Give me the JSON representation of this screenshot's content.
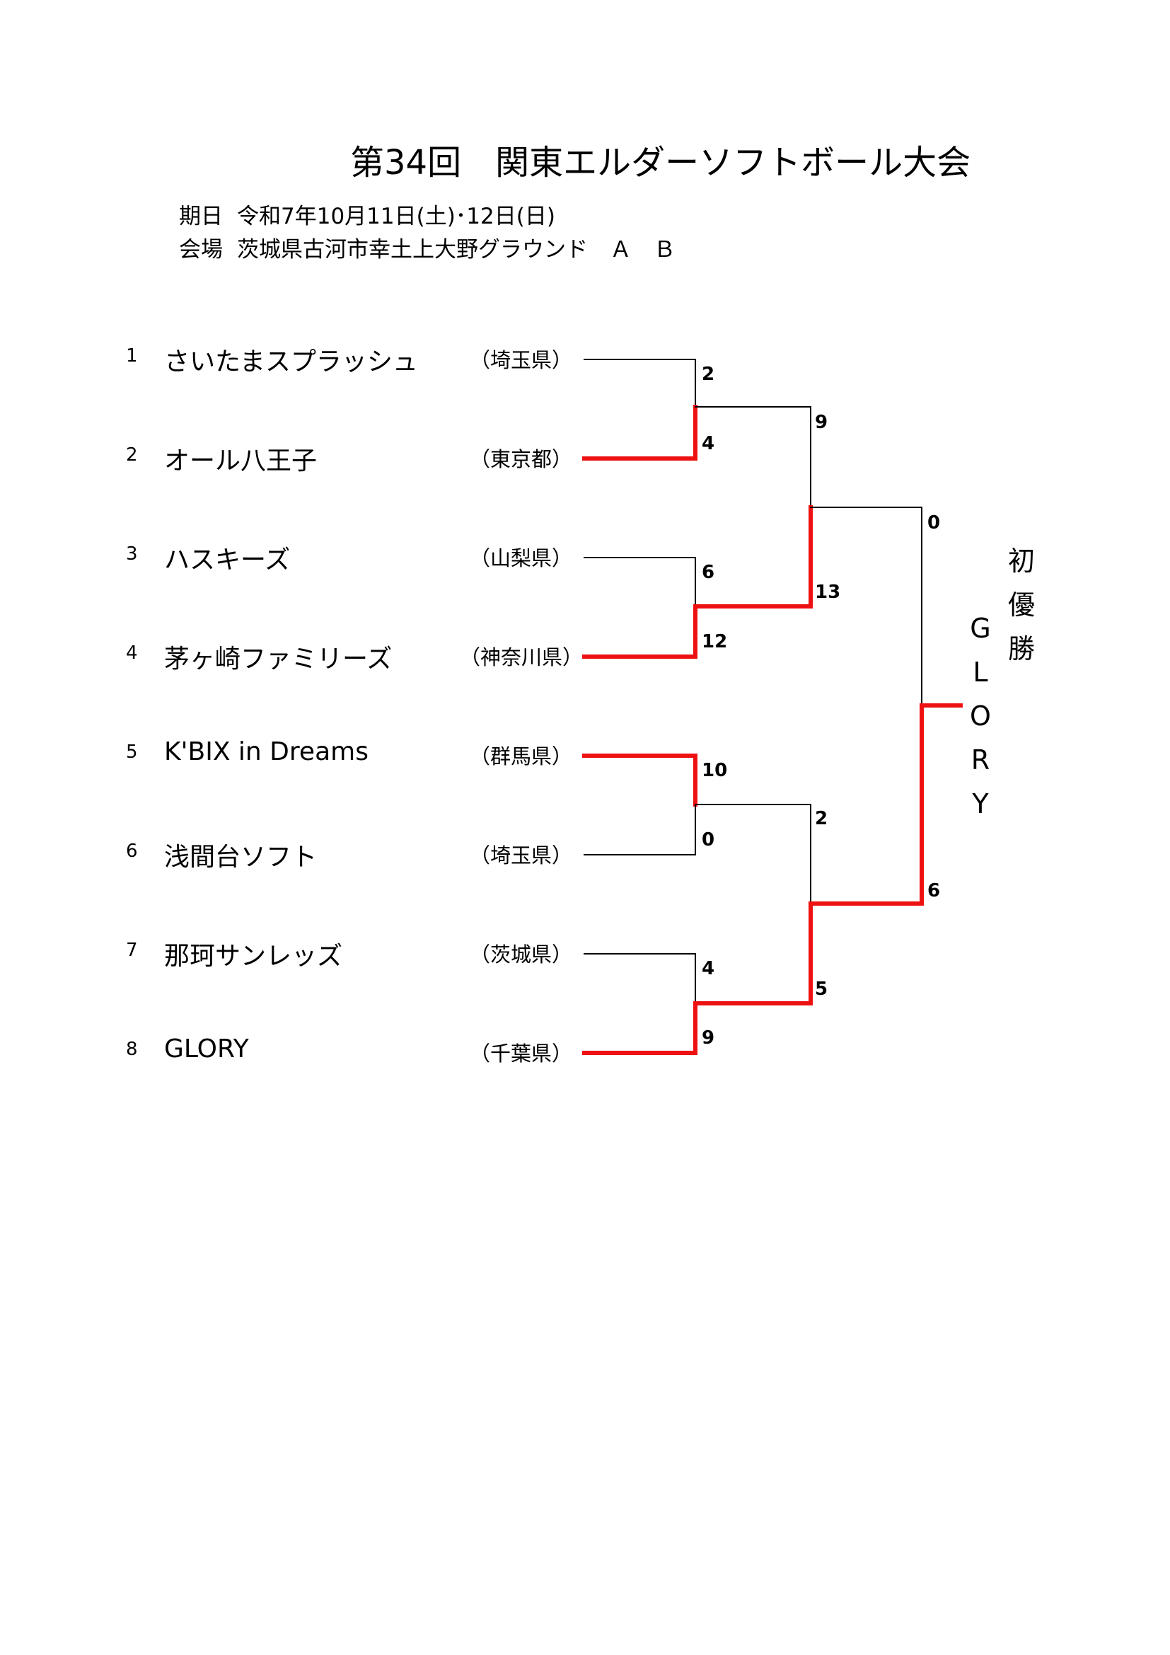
{
  "title": "第34回　関東エルダーソフトボール大会",
  "info": {
    "date_label": "期日",
    "date_value": "令和7年10月11日(土)･12日(日)",
    "venue_label": "会場",
    "venue_value": "茨城県古河市幸土上大野グラウンド　Ａ　Ｂ"
  },
  "teams": [
    {
      "seed": "1",
      "name": "さいたまスプラッシュ",
      "pref": "（埼玉県）"
    },
    {
      "seed": "2",
      "name": "オール八王子",
      "pref": "（東京都）"
    },
    {
      "seed": "3",
      "name": "ハスキーズ",
      "pref": "（山梨県）"
    },
    {
      "seed": "4",
      "name": "茅ヶ崎ファミリーズ",
      "pref": "（神奈川県）"
    },
    {
      "seed": "5",
      "name": "K'BIX in Dreams",
      "pref": "（群馬県）"
    },
    {
      "seed": "6",
      "name": "浅間台ソフト",
      "pref": "（埼玉県）"
    },
    {
      "seed": "7",
      "name": "那珂サンレッズ",
      "pref": "（茨城県）"
    },
    {
      "seed": "8",
      "name": "GLORY",
      "pref": "（千葉県）"
    }
  ],
  "scores": {
    "r1": [
      "2",
      "4",
      "6",
      "12",
      "10",
      "0",
      "4",
      "9"
    ],
    "r2": [
      "9",
      "13",
      "2",
      "5"
    ],
    "final": [
      "0",
      "6"
    ]
  },
  "champion": {
    "label": [
      "初",
      "優",
      "勝"
    ],
    "name": [
      "G",
      "L",
      "O",
      "R",
      "Y"
    ]
  },
  "colors": {
    "winner_line": "#ee1111",
    "loser_line": "#000000"
  }
}
